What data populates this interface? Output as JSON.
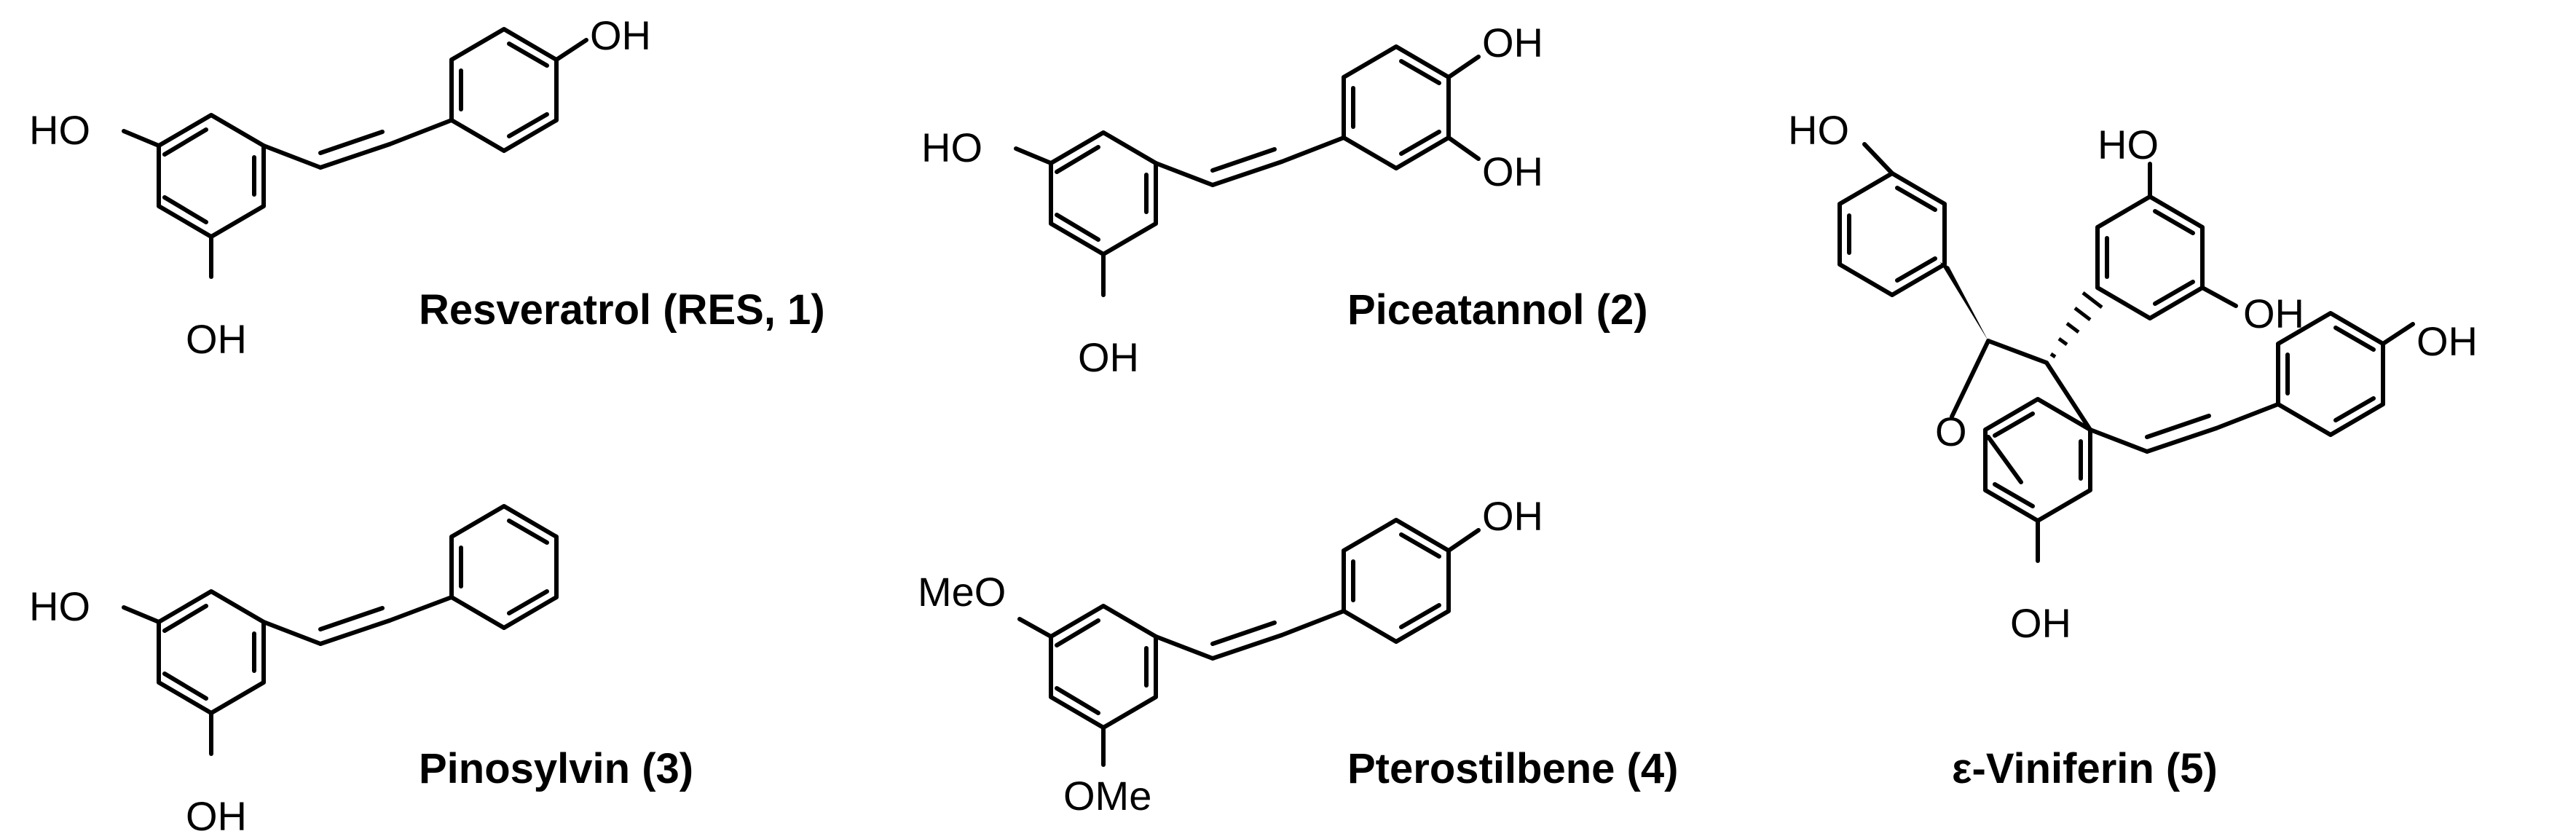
{
  "figure": {
    "ink_color": "#000000",
    "background_color": "#ffffff"
  },
  "compounds": [
    {
      "caption": "Resveratrol (RES, 1)",
      "substituents": {
        "ring_a_top": "HO",
        "ring_a_bottom": "OH",
        "ring_b_para": "OH"
      }
    },
    {
      "caption": "Piceatannol (2)",
      "substituents": {
        "ring_a_top": "HO",
        "ring_a_bottom": "OH",
        "ring_b_para": "OH",
        "ring_b_meta": "OH"
      }
    },
    {
      "caption": "Pinosylvin (3)",
      "substituents": {
        "ring_a_top": "HO",
        "ring_a_bottom": "OH"
      }
    },
    {
      "caption": "Pterostilbene (4)",
      "substituents": {
        "ring_a_top": "MeO",
        "ring_a_bottom": "OMe",
        "ring_b_para": "OH"
      }
    },
    {
      "caption": "ε-Viniferin (5)",
      "substituents": {
        "phenol_a_para": "HO",
        "resorcinol_top": "HO",
        "resorcinol_right": "OH",
        "furan_oxygen": "O",
        "core_hydroxyl": "OH",
        "styryl_para": "OH"
      }
    }
  ]
}
